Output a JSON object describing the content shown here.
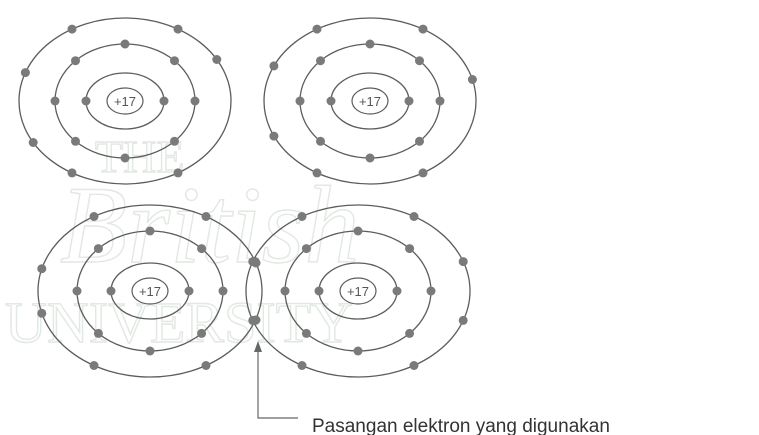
{
  "colors": {
    "orbit": "#5c5c5c",
    "electron": "#7a7a7a",
    "nucleus_text": "#555555",
    "caption": "#333333",
    "watermark": "#e2e8e2"
  },
  "atoms": [
    {
      "id": "top-left",
      "nucleus_label": "+17",
      "shells": [
        2,
        8,
        7
      ]
    },
    {
      "id": "top-right",
      "nucleus_label": "+17",
      "shells": [
        2,
        8,
        7
      ]
    },
    {
      "id": "bottom-left",
      "nucleus_label": "+17",
      "shells": [
        2,
        8,
        8
      ]
    },
    {
      "id": "bottom-right",
      "nucleus_label": "+17",
      "shells": [
        2,
        8,
        8
      ]
    }
  ],
  "caption": "Pasangan elektron yang digunakan",
  "watermark": {
    "line1": "THE",
    "line2": "British",
    "line3": "UNIVERSITY"
  }
}
